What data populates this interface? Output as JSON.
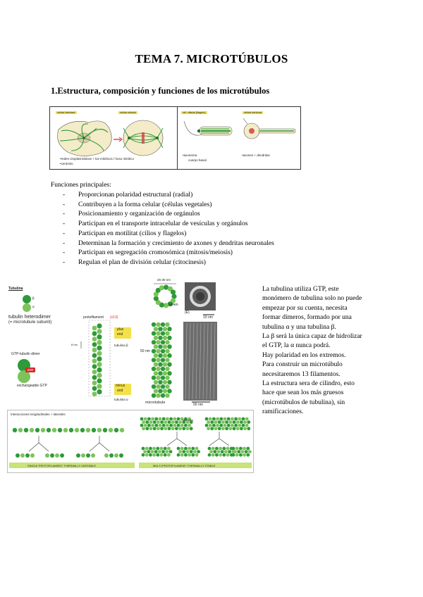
{
  "title": "TEMA 7. MICROTÚBULOS",
  "section_heading": "1.Estructura, composición y funciones de los microtúbulos",
  "top_figure": {
    "panel1_tag_a": "célula interfase",
    "panel1_tag_b": "célula mitosis",
    "panel1_caption_line1": "•redes citoplasmáticas + los mitóticos / huso mitótico",
    "panel1_caption_line2": "•centriolo",
    "panel2_tag_a": "cél. ciliada (flagelo)",
    "panel2_tag_b": "célula nerviosa",
    "panel2_caption_a1": "•axonema",
    "panel2_caption_a2": "cuerpo basal",
    "panel2_caption_b": "•axones + dendritas"
  },
  "functions": {
    "heading": "Funciones principales:",
    "items": [
      "Proporcionan polaridad estructural (radial)",
      "Contribuyen a la forma celular (células vegetales)",
      "Posicionamiento y organización de orgánulos",
      "Participan en el transporte intracelular de vesículas y orgánulos",
      "Participan en motilitat (cilios y flagelos)",
      "Determinan la formación y crecimiento de axones y dendritas neuronales",
      "Participan en segregación cromosómica (mitosis/meiosis)",
      "Regulan el plan de división celular (citocinesis)"
    ]
  },
  "mid_figure": {
    "tubulin_label": "Tubulina",
    "heterodimer_line1": "tubulin heterodimer",
    "heterodimer_line2": "(= microtubule subunit)",
    "alpha": "α",
    "beta": "β",
    "gtp_dimer": "GTP-tubulin dimer",
    "gtp": "GTP",
    "exchangeable": "exchangeable GTP",
    "protofilament": "protofilament",
    "x13": "(x13)",
    "plus_end_1": "plus",
    "plus_end_2": "end",
    "minus_end_1": "minus",
    "minus_end_2": "end",
    "tubulina_beta": "tubulina β",
    "tubulina_alpha": "tubulina α",
    "nm8": "8 nm",
    "nm50": "50 nm",
    "nm2530": "25-30 nm",
    "lumen": "lumen",
    "microtubule": "microtubule",
    "nm10": "10 nm",
    "panelE": "(E)",
    "nm50b": "50 nm"
  },
  "bottom_figure": {
    "head": "Interacciones longitudinales + laterales",
    "lateral": "laterales",
    "single_proto": "SINGLE PROTOFILAMENT: THERMALLY UNSTABLE",
    "multi_proto": "MULTI-PROTOFILAMENT: THERMALLY STABLE"
  },
  "side_text": [
    "La tubulina utiliza GTP, este",
    "monómero de tubulina solo no puede",
    "empezar por su cuenta, necesita",
    "formar dímeros, formado por una",
    "tubulina α y una tubulina β.",
    "La β será la única capaz de hidrolizar",
    "el GTP, la α nunca podrá.",
    "Hay polaridad en los extremos.",
    "Para construir un microtúbulo",
    "necesitaremos 13 filamentos.",
    "La estructura sera de cilindro, esto",
    "hace que sean los más gruesos",
    "(microtúbulos de tubulina), sin",
    "ramificaciones."
  ],
  "colors": {
    "green": "#2e9a3a",
    "dark_green": "#1f6e28",
    "yellow_tag": "#f3e04a",
    "red_gtp": "#d42a2a"
  }
}
